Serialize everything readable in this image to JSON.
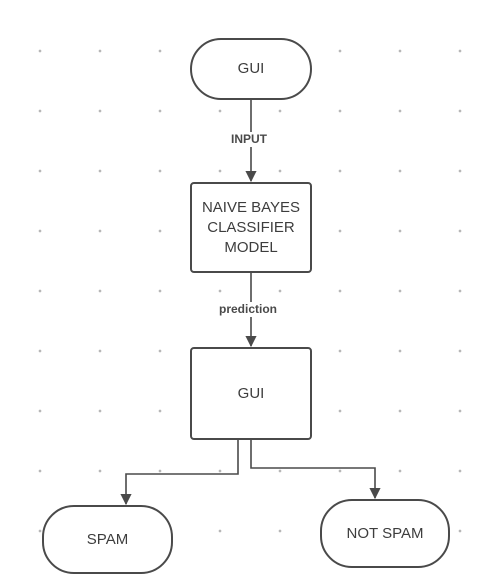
{
  "diagram": {
    "nodes": {
      "gui_input": {
        "label": "GUI",
        "shape": "terminal"
      },
      "classifier": {
        "label": "NAIVE BAYES\nCLASSIFIER\nMODEL",
        "shape": "process"
      },
      "gui_output": {
        "label": "GUI",
        "shape": "process"
      },
      "spam": {
        "label": "SPAM",
        "shape": "terminal"
      },
      "not_spam": {
        "label": "NOT SPAM",
        "shape": "terminal"
      }
    },
    "edges": [
      {
        "from": "gui_input",
        "to": "classifier",
        "label": "INPUT"
      },
      {
        "from": "classifier",
        "to": "gui_output",
        "label": "prediction"
      },
      {
        "from": "gui_output",
        "to": "spam",
        "label": ""
      },
      {
        "from": "gui_output",
        "to": "not_spam",
        "label": ""
      }
    ],
    "colors": {
      "stroke": "#4a4a4a",
      "text": "#3d3d3d",
      "background": "#ffffff",
      "grid_dots": "#b7b7b7"
    }
  }
}
